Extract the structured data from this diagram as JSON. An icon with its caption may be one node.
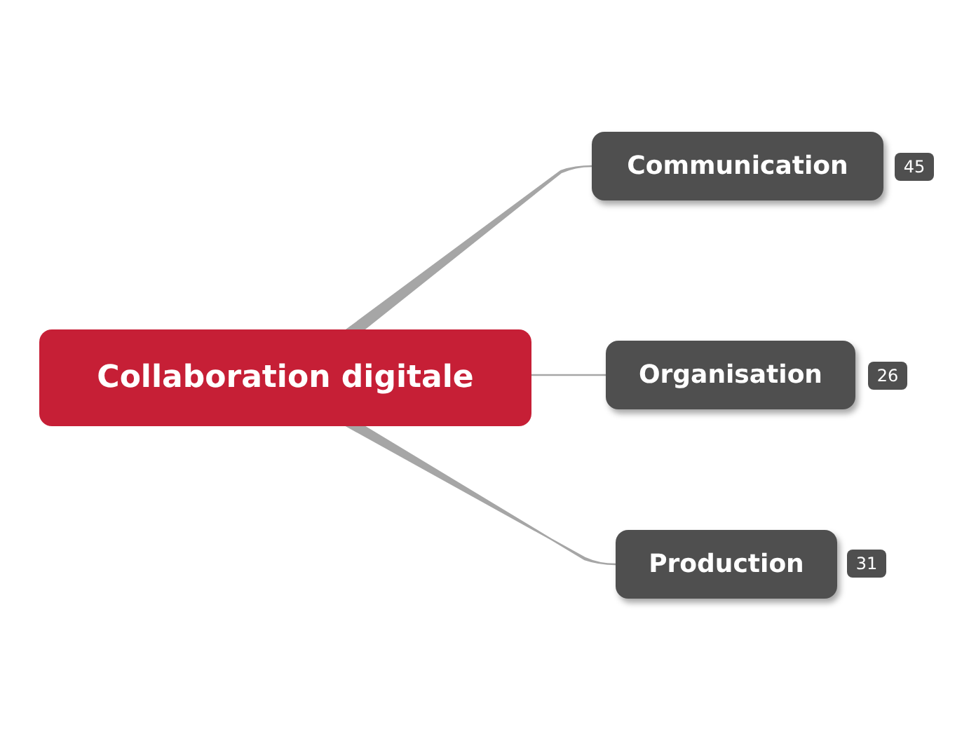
{
  "diagram": {
    "nodes": [
      {
        "text": [
          "Collaboration digitale"
        ]
      },
      {
        "text": [
          "Communication"
        ],
        "beside": [
          "45"
        ]
      },
      {
        "text": [
          "Organisation"
        ],
        "beside": [
          "26"
        ]
      },
      {
        "text": [
          "Production"
        ],
        "beside": [
          "31"
        ]
      }
    ],
    "edges": [
      {
        "from": 0,
        "to": 1,
        "arrow": "none"
      },
      {
        "from": 0,
        "to": 2,
        "arrow": "none"
      },
      {
        "from": 0,
        "to": 3,
        "arrow": "none"
      }
    ]
  }
}
